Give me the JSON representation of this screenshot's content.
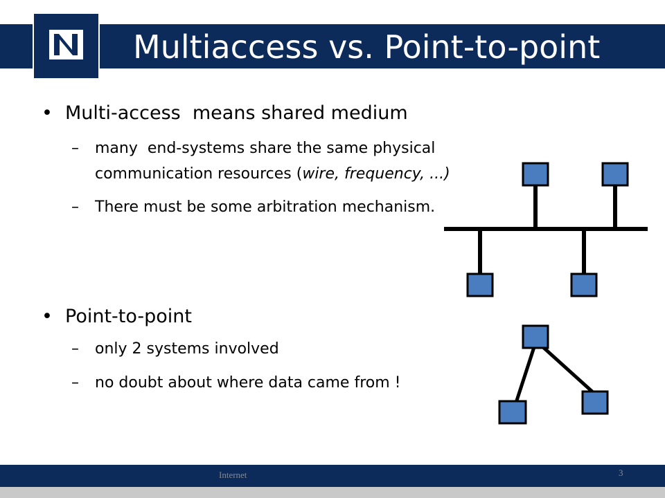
{
  "title": "Multiaccess vs. Point-to-point",
  "logo": {
    "letter": "N",
    "icon": "university-n-logo"
  },
  "colors": {
    "brand": "#0c2a5a",
    "node_fill": "#4a7dc0",
    "footer_strip": "#c9c9c9"
  },
  "bullets": [
    {
      "text": "Multi-access  means shared medium",
      "sub": [
        {
          "line1": "many  end-systems share the same physical",
          "line2_plain": "communication resources (",
          "line2_italic": "wire, frequency, ...)"
        },
        {
          "text": "There must be some arbitration mechanism."
        }
      ]
    },
    {
      "text": "Point-to-point",
      "sub": [
        {
          "text": "only 2 systems involved"
        },
        {
          "text": "no doubt about where data came from !"
        }
      ]
    }
  ],
  "bullet_glyph": "•",
  "dash_glyph": "–",
  "footer": {
    "label": "Internet",
    "slide_number": "3"
  }
}
